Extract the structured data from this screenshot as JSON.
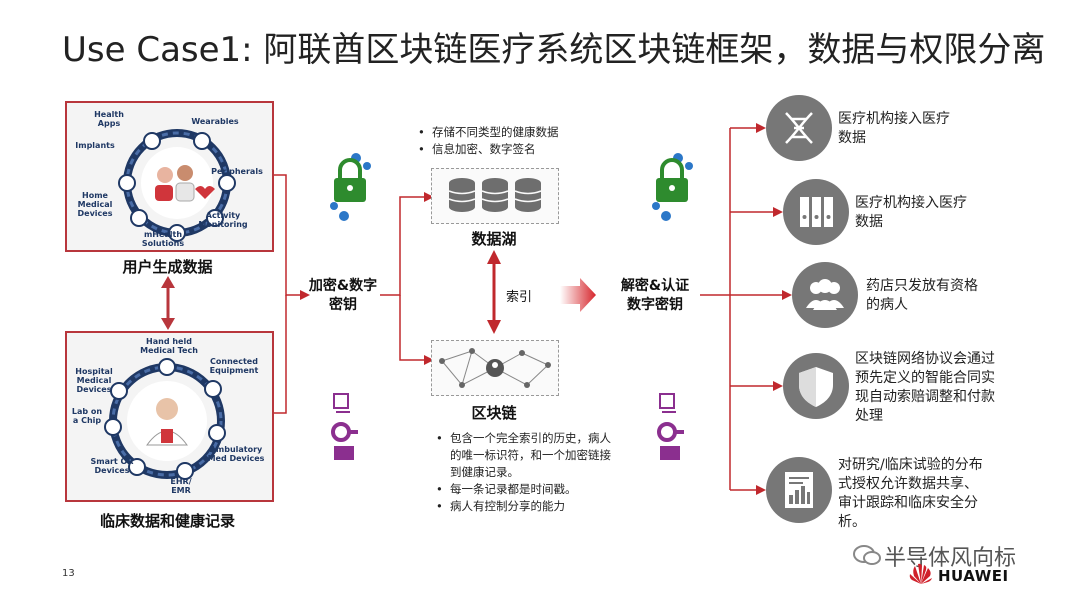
{
  "title": "Use Case1: 阿联酋区块链医疗系统区块链框架，数据与权限分离",
  "left": {
    "top_box": {
      "caption": "用户生成数据",
      "labels": [
        "Health Apps",
        "Wearables",
        "Implants",
        "Peripherals",
        "Home Medical Devices",
        "Activity Monitoring",
        "mHealth Solutions"
      ]
    },
    "bottom_box": {
      "caption": "临床数据和健康记录",
      "labels": [
        "Hand held Medical Tech",
        "Connected Equipment",
        "Hospital Medical Devices",
        "Lab on a Chip",
        "Ambulatory Med Devices",
        "Smart OR Devices",
        "EHR/ EMR"
      ]
    }
  },
  "encrypt_label": "加密&数字密钥",
  "center": {
    "top_bullets": [
      "存储不同类型的健康数据",
      "信息加密、数字签名"
    ],
    "datalake_label": "数据湖",
    "index_label": "索引",
    "blockchain_label": "区块链",
    "bottom_bullets": [
      "包含一个完全索引的历史，病人的唯一标识符，和一个加密链接到健康记录。",
      "每一条记录都是时间戳。",
      "病人有控制分享的能力"
    ]
  },
  "decrypt_label": "解密&认证数字密钥",
  "right_items": [
    {
      "icon": "dna-icon",
      "text": "医疗机构接入医疗数据"
    },
    {
      "icon": "binders-icon",
      "text": "医疗机构接入医疗数据"
    },
    {
      "icon": "people-icon",
      "text": "药店只发放有资格的病人"
    },
    {
      "icon": "shield-icon",
      "text": "区块链网络协议会通过预先定义的智能合同实现自动索赔调整和付款处理"
    },
    {
      "icon": "report-icon",
      "text": "对研究/临床试验的分布式授权允许数据共享、审计跟踪和临床安全分析。"
    }
  ],
  "footer": {
    "page_number": "13",
    "watermark": "半导体风向标",
    "brand": "HUAWEI"
  },
  "colors": {
    "accent_red": "#c0282d",
    "icon_gray": "#777777",
    "key_green": "#2e8b2e",
    "key_purple": "#8b2f8f",
    "gear_blue": "#2b77c8"
  }
}
